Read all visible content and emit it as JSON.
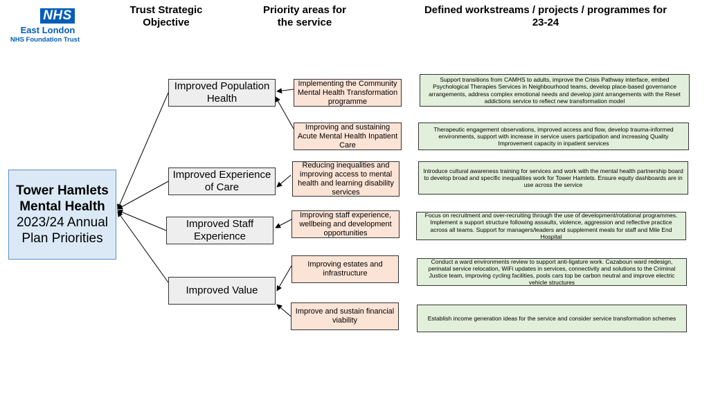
{
  "logo": {
    "mark": "NHS",
    "line1": "East London",
    "line2": "NHS Foundation Trust"
  },
  "headers": {
    "objective": "Trust Strategic Objective",
    "priority": "Priority areas for the service",
    "workstreams": "Defined workstreams / projects / programmes for 23-24"
  },
  "root": {
    "line1": "Tower Hamlets",
    "line2": "Mental Health",
    "line3": "2023/24 Annual Plan Priorities"
  },
  "objectives": [
    "Improved Population Health",
    "Improved Experience of Care",
    "Improved Staff Experience",
    "Improved Value"
  ],
  "priorities": [
    "Implementing the Community Mental Health Transformation programme",
    "Improving and sustaining Acute Mental Health Inpatient Care",
    "Reducing inequalities and improving access to mental health and learning disability services",
    "Improving staff experience, wellbeing and development opportunities",
    "Improving estates and infrastructure",
    "Improve and sustain financial viability"
  ],
  "workstreams": [
    "Support transitions from CAMHS to adults, improve the Crisis Pathway interface, embed Psychological Therapies Services in Neighbourhood teams, develop place-based governance arrangements, address complex emotional needs and develop joint arrangements with the Reset addictions service to reflect new transformation model",
    "Therapeutic engagement observations, improved access and flow, develop trauma-informed environments, support with increase in service users participation and increasing Quality Improvement capacity in inpatient services",
    "Introduce cultural awareness training for services and work with the mental health partnership board to develop broad and specific inequalities work for Tower Hamlets. Ensure equity dashboards are in use across the service",
    "Focus on recruitment and over-recruiting through the use of development/rotational programmes. Implement a support structure following assaults, violence, aggression and reflective practice across all teams. Support for managers/leaders and supplement meals for staff and Mile End Hospital",
    "Conduct a ward environments review to support anti-ligature work. Cazaboun ward redesign, perinatal service relocation, WiFi updates in services, connectivity and solutions to the Criminal Justice team, improving cycling facilities, pools cars top be carbon neutral and improve electric vehicle structures",
    "Establish income generation ideas for the service and consider service transformation schemes"
  ],
  "colors": {
    "nhs_blue": "#005eb8",
    "root_fill": "#dbe9f6",
    "objective_fill": "#eeeeee",
    "priority_fill": "#fbe3d6",
    "workstream_fill": "#e2efda"
  }
}
